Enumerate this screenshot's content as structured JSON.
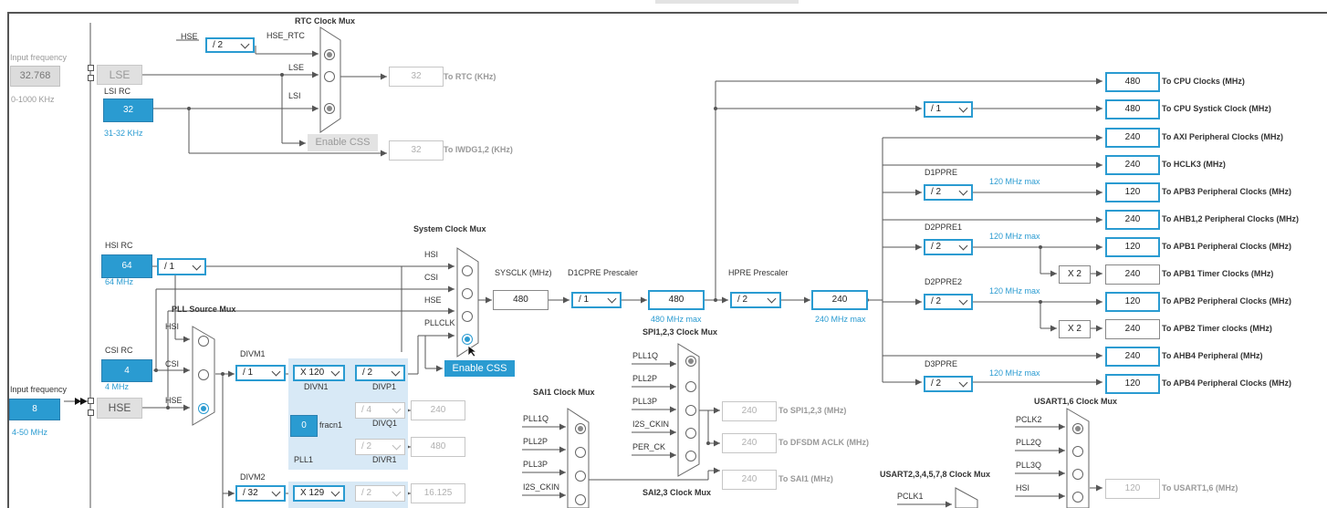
{
  "colors": {
    "accent": "#2a9bd1",
    "disabled": "#c6c6c6",
    "panel": "#d8e9f6"
  },
  "left": {
    "input_freq_label": "Input frequency",
    "lse_input": "32.768",
    "lse_range": "0-1000 KHz",
    "lse_label": "LSE",
    "lsi_title": "LSI RC",
    "lsi_value": "32",
    "lsi_range": "31-32 KHz",
    "hsi_title": "HSI RC",
    "hsi_value": "64",
    "hsi_freq": "64 MHz",
    "hsi_div": "/ 1",
    "csi_title": "CSI RC",
    "csi_value": "4",
    "csi_freq": "4 MHz",
    "hse_input_label": "Input frequency",
    "hse_input": "8",
    "hse_range": "4-50 MHz",
    "hse_label": "HSE"
  },
  "rtc": {
    "title": "RTC Clock Mux",
    "hse_label": "HSE",
    "hse_div": "/ 2",
    "hse_rtc": "HSE_RTC",
    "lse": "LSE",
    "lsi": "LSI",
    "enable_css": "Enable CSS",
    "rtc_value": "32",
    "rtc_label": "To RTC (KHz)",
    "iwdg_value": "32",
    "iwdg_label": "To IWDG1,2 (KHz)"
  },
  "sysmux": {
    "title": "System Clock Mux",
    "hsi": "HSI",
    "csi": "CSI",
    "hse": "HSE",
    "pllclk": "PLLCLK",
    "enable_css": "Enable CSS",
    "sysclk_label": "SYSCLK (MHz)",
    "sysclk_value": "480",
    "d1cpre_label": "D1CPRE Prescaler",
    "d1cpre_div": "/ 1",
    "d1_value": "480",
    "d1_max": "480 MHz max",
    "hpre_label": "HPRE Prescaler",
    "hpre_div": "/ 2",
    "hpre_value": "240",
    "hpre_max": "240 MHz max"
  },
  "pll": {
    "src_title": "PLL Source Mux",
    "hsi": "HSI",
    "csi": "CSI",
    "hse": "HSE",
    "divm1_label": "DIVM1",
    "divm1": "/ 1",
    "divn1": "X 120",
    "divn1_label": "DIVN1",
    "divp1": "/ 2",
    "divp1_label": "DIVP1",
    "divq1": "/ 4",
    "divq1_label": "DIVQ1",
    "divq1_out": "240",
    "fracn_value": "0",
    "fracn_label": "fracn1",
    "divr1": "/ 2",
    "divr1_label": "DIVR1",
    "divr1_out": "480",
    "pll1_label": "PLL1",
    "divm2_label": "DIVM2",
    "divm2": "/ 32",
    "divn2": "X 129",
    "divp2": "/ 2",
    "divp2_out": "16.125"
  },
  "outputs": [
    {
      "value": "480",
      "label": "To CPU Clocks (MHz)"
    },
    {
      "value": "480",
      "label": "To CPU Systick Clock (MHz)",
      "div": "/ 1"
    },
    {
      "value": "240",
      "label": "To AXI Peripheral Clocks (MHz)"
    },
    {
      "value": "240",
      "label": "To HCLK3 (MHz)"
    },
    {
      "value": "120",
      "label": "To APB3 Peripheral Clocks (MHz)",
      "div": "/ 2",
      "pre": "D1PPRE",
      "max": "120 MHz max"
    },
    {
      "value": "240",
      "label": "To AHB1,2 Peripheral Clocks (MHz)"
    },
    {
      "value": "120",
      "label": "To APB1 Peripheral Clocks (MHz)",
      "div": "/ 2",
      "pre": "D2PPRE1",
      "max": "120 MHz max"
    },
    {
      "value": "240",
      "label": "To APB1 Timer Clocks (MHz)",
      "mult": "X 2"
    },
    {
      "value": "120",
      "label": "To APB2 Peripheral Clocks (MHz)",
      "div": "/ 2",
      "pre": "D2PPRE2",
      "max": "120 MHz max"
    },
    {
      "value": "240",
      "label": "To APB2 Timer clocks (MHz)",
      "mult": "X 2"
    },
    {
      "value": "240",
      "label": "To AHB4 Peripheral (MHz)"
    },
    {
      "value": "120",
      "label": "To APB4 Peripheral Clocks (MHz)",
      "div": "/ 2",
      "pre": "D3PPRE",
      "max": "120 MHz max"
    }
  ],
  "spi": {
    "title": "SPI1,2,3 Clock Mux",
    "inputs": [
      "PLL1Q",
      "PLL2P",
      "PLL3P",
      "I2S_CKIN",
      "PER_CK"
    ],
    "out1_value": "240",
    "out1_label": "To SPI1,2,3 (MHz)",
    "out2_value": "240",
    "out2_label": "To DFSDM ACLK (MHz)",
    "out3_value": "240",
    "out3_label": "To SAI1 (MHz)"
  },
  "sai1": {
    "title": "SAI1 Clock Mux",
    "inputs": [
      "PLL1Q",
      "PLL2P",
      "PLL3P",
      "I2S_CKIN"
    ]
  },
  "sai23": {
    "title": "SAI2,3 Clock Mux"
  },
  "usart16": {
    "title": "USART1,6 Clock Mux",
    "inputs": [
      "PCLK2",
      "PLL2Q",
      "PLL3Q",
      "HSI"
    ],
    "out_value": "120",
    "out_label": "To USART1,6 (MHz)"
  },
  "usart2": {
    "title": "USART2,3,4,5,7,8 Clock Mux",
    "input": "PCLK1"
  }
}
